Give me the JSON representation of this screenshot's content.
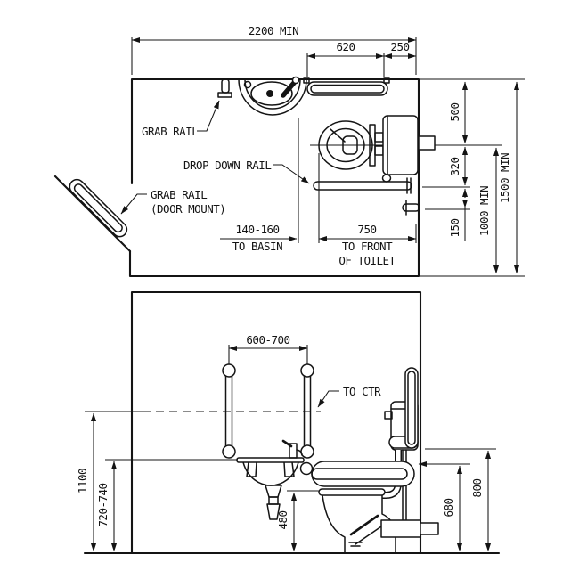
{
  "plan": {
    "dims": {
      "overall_width": "2200 MIN",
      "rail_len": "620",
      "rail_gap": "250",
      "wall_to_ctr": "500",
      "ctr_to_rail": "320",
      "rail_to_holder": "150",
      "ctr_to_wall": "1000 MIN",
      "depth": "1500 MIN",
      "basin_gap": "140-160",
      "basin_gap_label": "TO BASIN",
      "toilet_front": "750",
      "toilet_front_label1": "TO FRONT",
      "toilet_front_label2": "OF TOILET"
    },
    "labels": {
      "grab_rail": "GRAB RAIL",
      "drop_down_rail": "DROP DOWN RAIL",
      "door_rail1": "GRAB RAIL",
      "door_rail2": "(DOOR MOUNT)"
    }
  },
  "elevation": {
    "dims": {
      "rail_spacing": "600-700",
      "to_ctr": "TO CTR",
      "rail_ctr_h": "1100",
      "basin_h": "720-740",
      "seat_h": "480",
      "droprail_h": "680",
      "rail_h": "800"
    }
  }
}
